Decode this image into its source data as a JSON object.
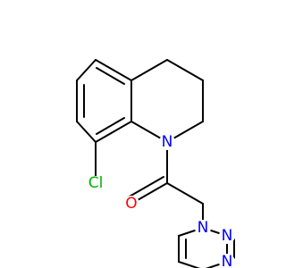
{
  "molecule": {
    "atoms": {
      "n_ring": {
        "symbol": "N",
        "color": "#0000ff"
      },
      "cl": {
        "symbol": "Cl",
        "color": "#00b300"
      },
      "o": {
        "symbol": "O",
        "color": "#ff0000"
      },
      "n1_triazole": {
        "symbol": "N",
        "color": "#0000ff"
      },
      "n2_triazole": {
        "symbol": "N",
        "color": "#0000ff"
      },
      "n3_triazole": {
        "symbol": "N",
        "color": "#0000ff"
      }
    },
    "bond_color": "#000000"
  }
}
